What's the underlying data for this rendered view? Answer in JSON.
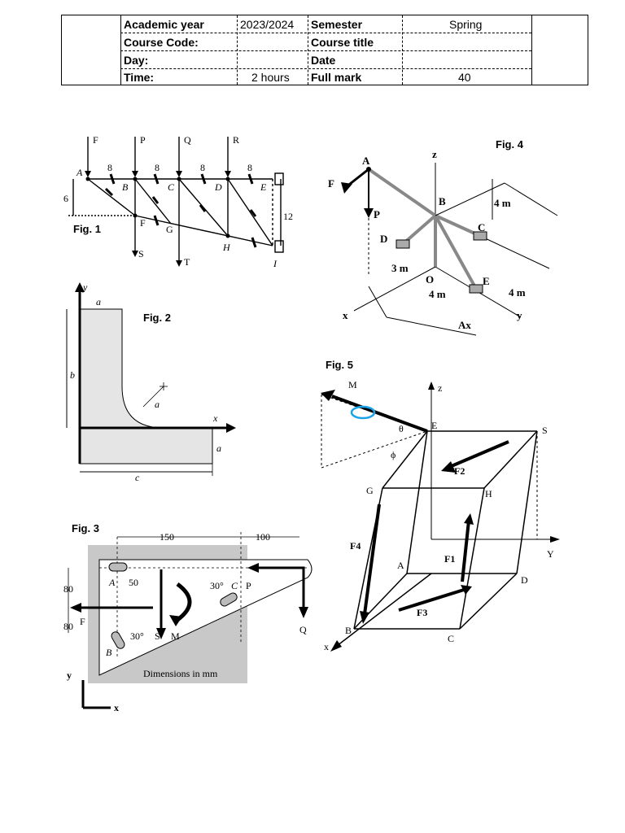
{
  "header": {
    "academic_year_label": "Academic year",
    "academic_year_value": "2023/2024",
    "semester_label": "Semester",
    "semester_value": "Spring",
    "course_code_label": "Course Code:",
    "course_title_label": "Course title",
    "day_label": "Day:",
    "date_label": "Date",
    "time_label": "Time:",
    "time_value": "2 hours",
    "full_mark_label": "Full mark",
    "full_mark_value": "40"
  },
  "fig1": {
    "caption": "Fig. 1",
    "loads": [
      "F",
      "P",
      "Q",
      "R"
    ],
    "lower_loads": [
      "S",
      "T"
    ],
    "top_nodes": [
      "A",
      "B",
      "C",
      "D",
      "E"
    ],
    "bottom_nodes": [
      "F",
      "G",
      "H",
      "I"
    ],
    "spacing": "8",
    "left_height": "6",
    "right_height": "12"
  },
  "fig2": {
    "caption": "Fig. 2",
    "y_axis": "y",
    "x_axis": "x",
    "dim_a_top": "a",
    "dim_b": "b",
    "dim_a_radius": "a",
    "dim_a_right": "a",
    "dim_c": "c"
  },
  "fig3": {
    "caption": "Fig. 3",
    "dim_150": "150",
    "dim_100": "100",
    "dim_80_top": "80",
    "dim_80_bottom": "80",
    "dim_50": "50",
    "angle_c": "30°",
    "angle_b": "30°",
    "label_a": "A",
    "label_b": "B",
    "label_c": "C",
    "label_p": "P",
    "label_q": "Q",
    "label_f": "F",
    "label_s": "S",
    "label_m": "M",
    "dimensions_note": "Dimensions in mm",
    "axis_y": "y",
    "axis_x": "x"
  },
  "fig4": {
    "caption": "Fig. 4",
    "label_z": "z",
    "label_a": "A",
    "label_f": "F",
    "label_p": "P",
    "label_b": "B",
    "label_c": "C",
    "label_d": "D",
    "label_o": "O",
    "label_e": "E",
    "label_x": "x",
    "label_y": "y",
    "label_ax": "Ax",
    "dim_4m_vertical": "4 m",
    "dim_3m": "3 m",
    "dim_4m_oe": "4 m",
    "dim_4m_right": "4 m"
  },
  "fig5": {
    "caption": "Fig. 5",
    "label_m": "M",
    "label_z": "z",
    "label_theta": "θ",
    "label_phi": "ϕ",
    "label_e": "E",
    "label_s": "S",
    "label_g": "G",
    "label_h": "H",
    "label_a": "A",
    "label_d": "D",
    "label_b": "B",
    "label_c": "C",
    "label_x": "x",
    "label_y": "Y",
    "label_f1": "F1",
    "label_f2": "F2",
    "label_f3": "F3",
    "label_f4": "F4",
    "m_arc_color": "#1aa3e8"
  }
}
